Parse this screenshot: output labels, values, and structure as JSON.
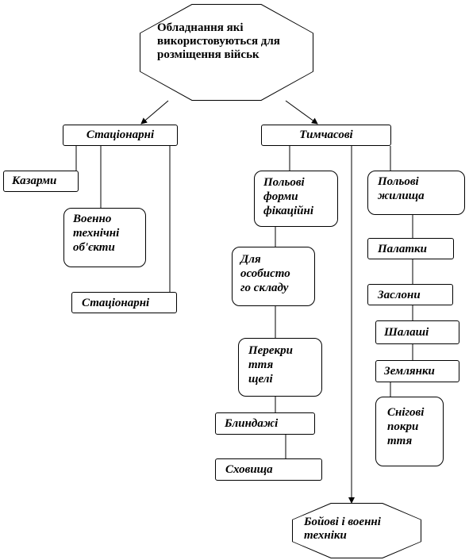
{
  "title": "Обладнання які використовуються для розміщення військ",
  "nodes": {
    "stationary": "Стаціонарні",
    "temporary": "Тимчасові",
    "barracks": "Казарми",
    "military_tech_objects": "Военно\nтехнічні\nоб'єкти",
    "stationary_2": "Стаціонарні",
    "field_fortifications": "Польові\nформи\nфікаційні",
    "field_dwellings": "Польові\nжилища",
    "personnel": "Для\nособисто\nго складу",
    "tents": "Палатки",
    "shields": "Заслони",
    "huts": "Шалаші",
    "covered_trenches": "Перекри\nття\nщелі",
    "dugouts_earth": "Землянки",
    "snow_shelters": "Снігові\nпокри\nття",
    "blindages": "Блиндажі",
    "shelters": "Сховища",
    "combat_equipment": "Бойові і военні\nтехніки"
  }
}
